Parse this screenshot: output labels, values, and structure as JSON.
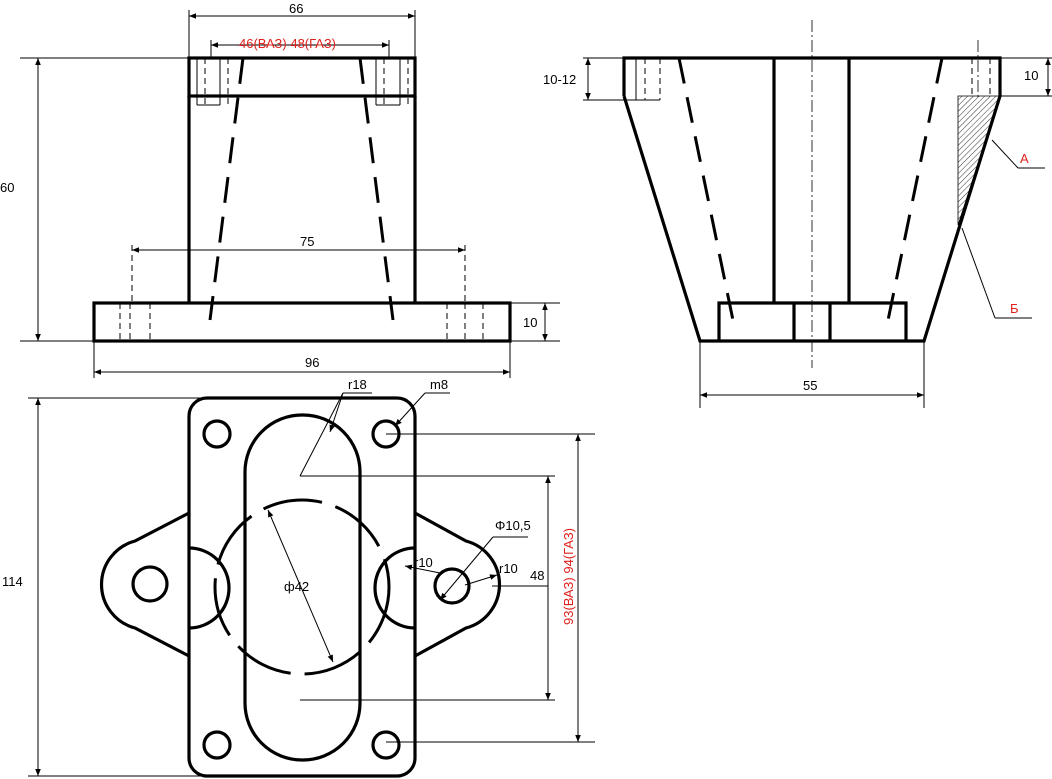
{
  "front_view": {
    "dim_top_width": "66",
    "dim_inner_opening": "46(ВАЗ) 48(ГАЗ)",
    "dim_height": "60",
    "dim_hole_spacing": "75",
    "dim_base_width": "96",
    "dim_base_thickness": "10"
  },
  "side_view": {
    "dim_flange_thickness": "10-12",
    "dim_top_depth": "10",
    "dim_bottom_width": "55",
    "label_a": "А",
    "label_b": "Б"
  },
  "top_view": {
    "dim_total_height": "114",
    "dim_corner_radius": "r18",
    "dim_thread": "m8",
    "dim_hole_diameter": "Φ10,5",
    "dim_ear_radius": "r10",
    "dim_ear_radius_2": "r10",
    "dim_slot_length": "48",
    "dim_bolt_spacing": "93(ВАЗ) 94(ГАЗ)",
    "dim_bore": "ф42"
  },
  "colors": {
    "line": "#000000",
    "annotation_red": "#e0201b"
  }
}
